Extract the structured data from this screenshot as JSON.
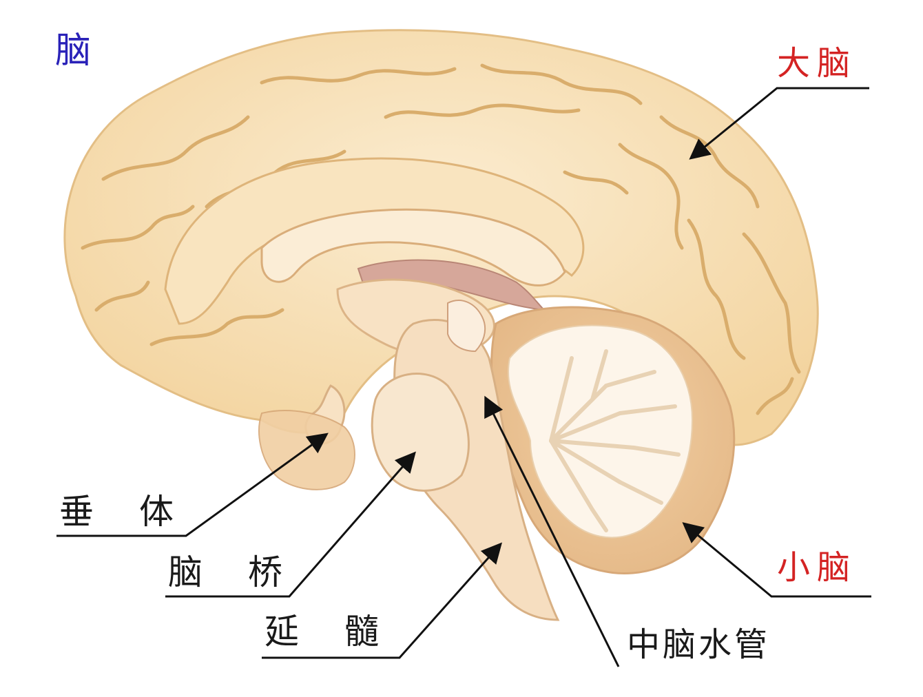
{
  "diagram": {
    "title": "脑",
    "labels": {
      "cerebrum": "大脑",
      "cerebellum": "小脑",
      "pituitary": "垂体",
      "pons": "脑桥",
      "medulla": "延髓",
      "aqueduct": "中脑水管"
    }
  },
  "colors": {
    "title": "#2a22b8",
    "accent_red": "#d42323",
    "text": "#1a1a1a",
    "brain_fill": "#f7dfb3",
    "brain_outline": "#e3be85",
    "sulcus": "#d9ad6c",
    "cerebellum_fill": "#fdf5ea",
    "brainstem_fill": "#f6dec0",
    "ventricle": "#c89a8a",
    "leader": "#111111"
  }
}
